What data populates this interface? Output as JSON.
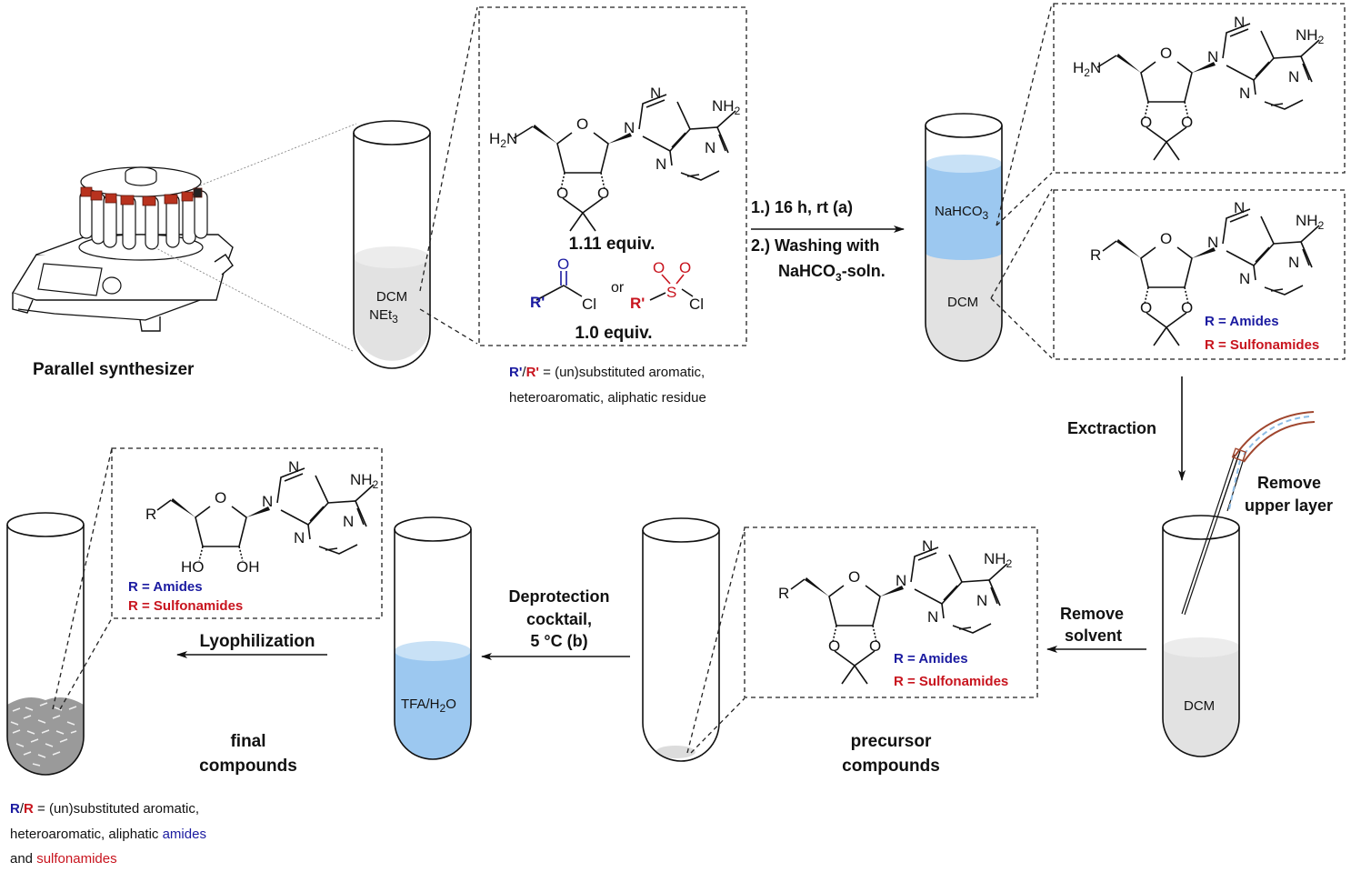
{
  "colors": {
    "amide_blue": "#1a1aa0",
    "sulfonamide_red": "#c8141e",
    "aqueous_blue": "#9cc8f0",
    "dcm_gray": "#e2e2e2",
    "cap_red": "#b8321e"
  },
  "synthesizer": {
    "label": "Parallel synthesizer",
    "icon": "parallel-synthesizer-icon"
  },
  "tube_reaction": {
    "solvent_line1": "DCM",
    "solvent_line2_main": "NEt",
    "solvent_line2_sub": "3"
  },
  "reagents_box": {
    "amine_equiv": "1.11 equiv.",
    "acyl_equiv": "1.0 equiv.",
    "or_label": "or",
    "acyl_R": "R'",
    "acyl_O": "O",
    "acyl_Cl": "Cl",
    "sulfonyl_R": "R'",
    "sulfonyl_S": "S",
    "sulfonyl_O1": "O",
    "sulfonyl_O2": "O",
    "sulfonyl_Cl": "Cl"
  },
  "reagent_footnote": {
    "r_blue": "R'",
    "slash": "/",
    "r_red": "R'",
    "line1_rest": " = (un)substituted aromatic,",
    "line2": "heteroaromatic, aliphatic residue"
  },
  "step1": {
    "line1": "1.) 16 h, rt (a)",
    "line2": "2.) Washing with",
    "line3_main": "NaHCO",
    "line3_sub": "3",
    "line3_tail": "-soln."
  },
  "tube_wash": {
    "upper_main": "NaHCO",
    "upper_sub": "3",
    "lower": "DCM"
  },
  "molecule_labels": {
    "H2N_H": "H",
    "H2N_2": "2",
    "H2N_N": "N",
    "NH2_N": "NH",
    "NH2_2": "2",
    "N": "N",
    "O": "O",
    "R": "R",
    "HO": "HO",
    "OH": "OH"
  },
  "r_legend": {
    "amides": "R = Amides",
    "sulfonamides": "R = Sulfonamides"
  },
  "extraction": {
    "label": "Exctraction",
    "remove_upper_line1": "Remove",
    "remove_upper_line2": "upper layer",
    "tube_label": "DCM",
    "remove_solvent_line1": "Remove",
    "remove_solvent_line2": "solvent"
  },
  "precursor": {
    "label_line1": "precursor",
    "label_line2": "compounds"
  },
  "deprotection": {
    "line1": "Deprotection",
    "line2": "cocktail,",
    "line3": "5 °C (b)",
    "tube_main": "TFA/H",
    "tube_sub": "2",
    "tube_tail": "O"
  },
  "lyophilization": {
    "label": "Lyophilization"
  },
  "final": {
    "label_line1": "final",
    "label_line2": "compounds"
  },
  "final_footnote": {
    "r_blue": "R",
    "slash": "/",
    "r_red": "R",
    "line1_rest": " = (un)substituted aromatic,",
    "line2_plain": "heteroaromatic, aliphatic ",
    "line2_blue": "amides",
    "line3_plain": "and ",
    "line3_red": "sulfonamides"
  }
}
